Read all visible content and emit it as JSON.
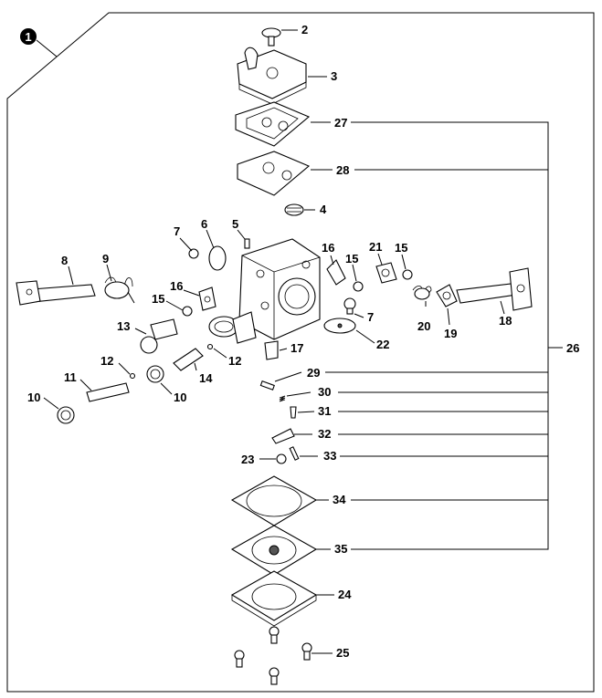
{
  "diagram": {
    "assembly_badge": "1",
    "labels": {
      "p2": "2",
      "p3": "3",
      "p27": "27",
      "p28": "28",
      "p4": "4",
      "p7a": "7",
      "p6": "6",
      "p5": "5",
      "p16a": "16",
      "p21": "21",
      "p15a": "15",
      "p8": "8",
      "p9": "9",
      "p16b": "16",
      "p15b": "15",
      "p15c": "15",
      "p7b": "7",
      "p13": "13",
      "p20": "20",
      "p19": "19",
      "p18": "18",
      "p22": "22",
      "p17": "17",
      "p12a": "12",
      "p12b": "12",
      "p26": "26",
      "p11": "11",
      "p14": "14",
      "p10a": "10",
      "p10b": "10",
      "p29": "29",
      "p30": "30",
      "p31": "31",
      "p32": "32",
      "p23": "23",
      "p33": "33",
      "p34": "34",
      "p35": "35",
      "p24": "24",
      "p25": "25"
    }
  }
}
